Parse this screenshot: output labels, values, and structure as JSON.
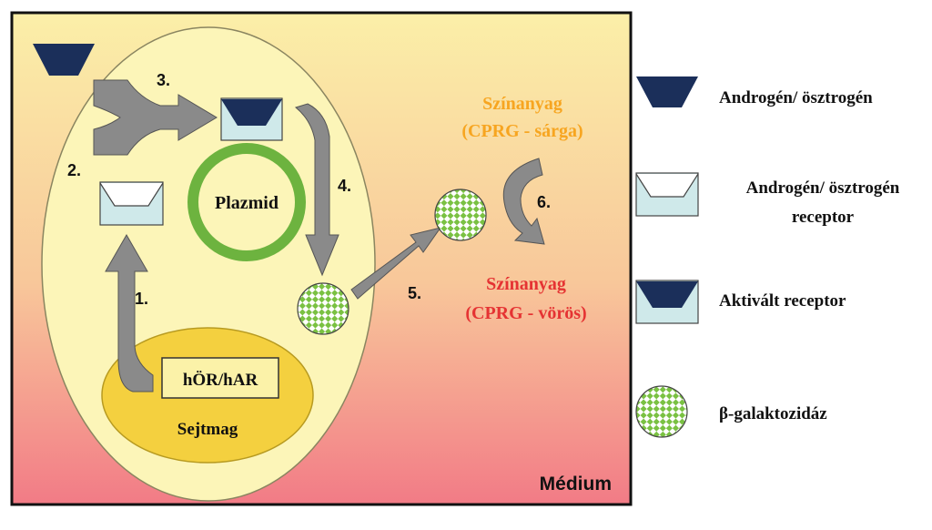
{
  "colors": {
    "ligand": "#1b2f5a",
    "receptor": "#cfe9ea",
    "arrow": "#8a8a8a",
    "plasmid_ring": "#6db33f",
    "nucleus": "#f4d03f",
    "substrate_yellow": "#f7a520",
    "substrate_red": "#e53333"
  },
  "diagram": {
    "medium_label": "Médium",
    "plasmid_label": "Plazmid",
    "gene_label": "hÖR/hAR",
    "nucleus_label": "Sejtmag",
    "steps": [
      "1.",
      "2.",
      "3.",
      "4.",
      "5.",
      "6."
    ],
    "substrate_yellow": {
      "line1": "Színanyag",
      "line2": "(CPRG - sárga)"
    },
    "substrate_red": {
      "line1": "Színanyag",
      "line2": "(CPRG - vörös)"
    }
  },
  "legend": {
    "items": [
      {
        "icon": "ligand-icon",
        "lines": [
          "Androgén/ ösztrogén"
        ]
      },
      {
        "icon": "receptor-icon",
        "lines": [
          "Androgén/ ösztrogén",
          "receptor"
        ]
      },
      {
        "icon": "activated-receptor-icon",
        "lines": [
          "Aktivált receptor"
        ]
      },
      {
        "icon": "beta-galactosidase-icon",
        "lines": [
          "β-galaktozidáz"
        ]
      }
    ]
  }
}
